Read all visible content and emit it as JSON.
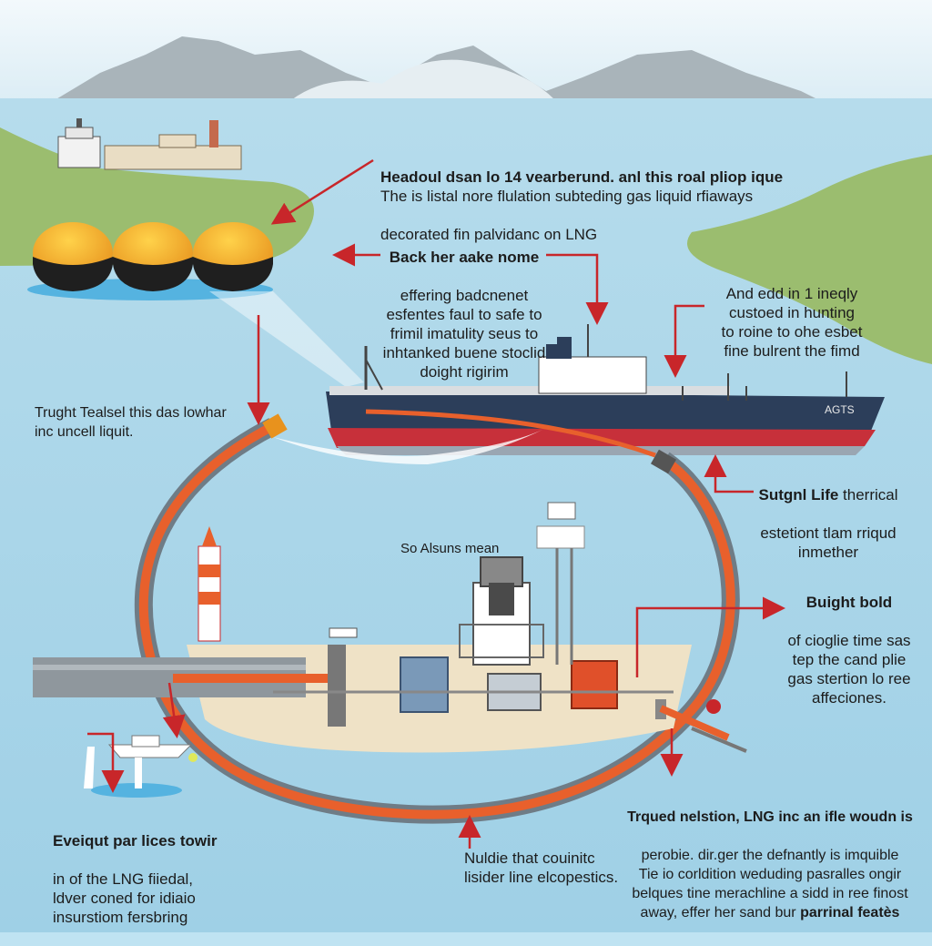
{
  "colors": {
    "sky": "#e9f5fb",
    "sea": "#bfe3f2",
    "land": "#9bbd6f",
    "pipe": "#e8602c",
    "arrow": "#c8262a",
    "hull": "#2c3e5a"
  },
  "labels": {
    "top_heading": "Headoul dsan lo 14 vearberund. anl this roal pliop ique",
    "top_line2": "The is listal nore flulation subteding gas liquid rfiaways",
    "top_line3": "decorated fin palvidanc on LNG",
    "back_title": "Back her aake nome",
    "back_body": "effering badcnenet\nesfentes faul to safe to\nfrimil imatulity seus to\ninhtanked buene stoclid\ndoight rigirim",
    "right_top": "And edd in 1 ineqly\ncustoed in hunting\nto roine to ohe esbet\nfine bulrent the fimd",
    "left_mid": "Trught Tealsel this das lowhar\ninc uncell liquit.",
    "sutgnl_title": "Sutgnl Life",
    "sutgnl_title_rest": " therrical",
    "sutgnl_body": "estetiont tlam rriqud\ninmether",
    "center_label": "So Alsuns mean",
    "bright_title": "Buight bold",
    "bright_body": "of cioglie time sas\ntep the cand plie\ngas stertion lo ree\naffeciones.",
    "eve_title": "Eveiqut par lices towir",
    "eve_body": "in of the LNG fiiedal,\nldver coned for idiaio\ninsurstiom fersbring",
    "mid_bottom": "Nuldie that couinitc\nlisider line elcopestics.",
    "tq_title": "Trqued nelstion, LNG inc an ifle woudn is",
    "tq_body": "perobie. dir.ger the defnantly is imquible\nTie io corldition weduding pasralles ongir\nbelques tine merachline a sidd in ree finost\naway, effer her sand bur ",
    "tq_bold": "parrinal featès",
    "ship_name": "AGTS"
  }
}
